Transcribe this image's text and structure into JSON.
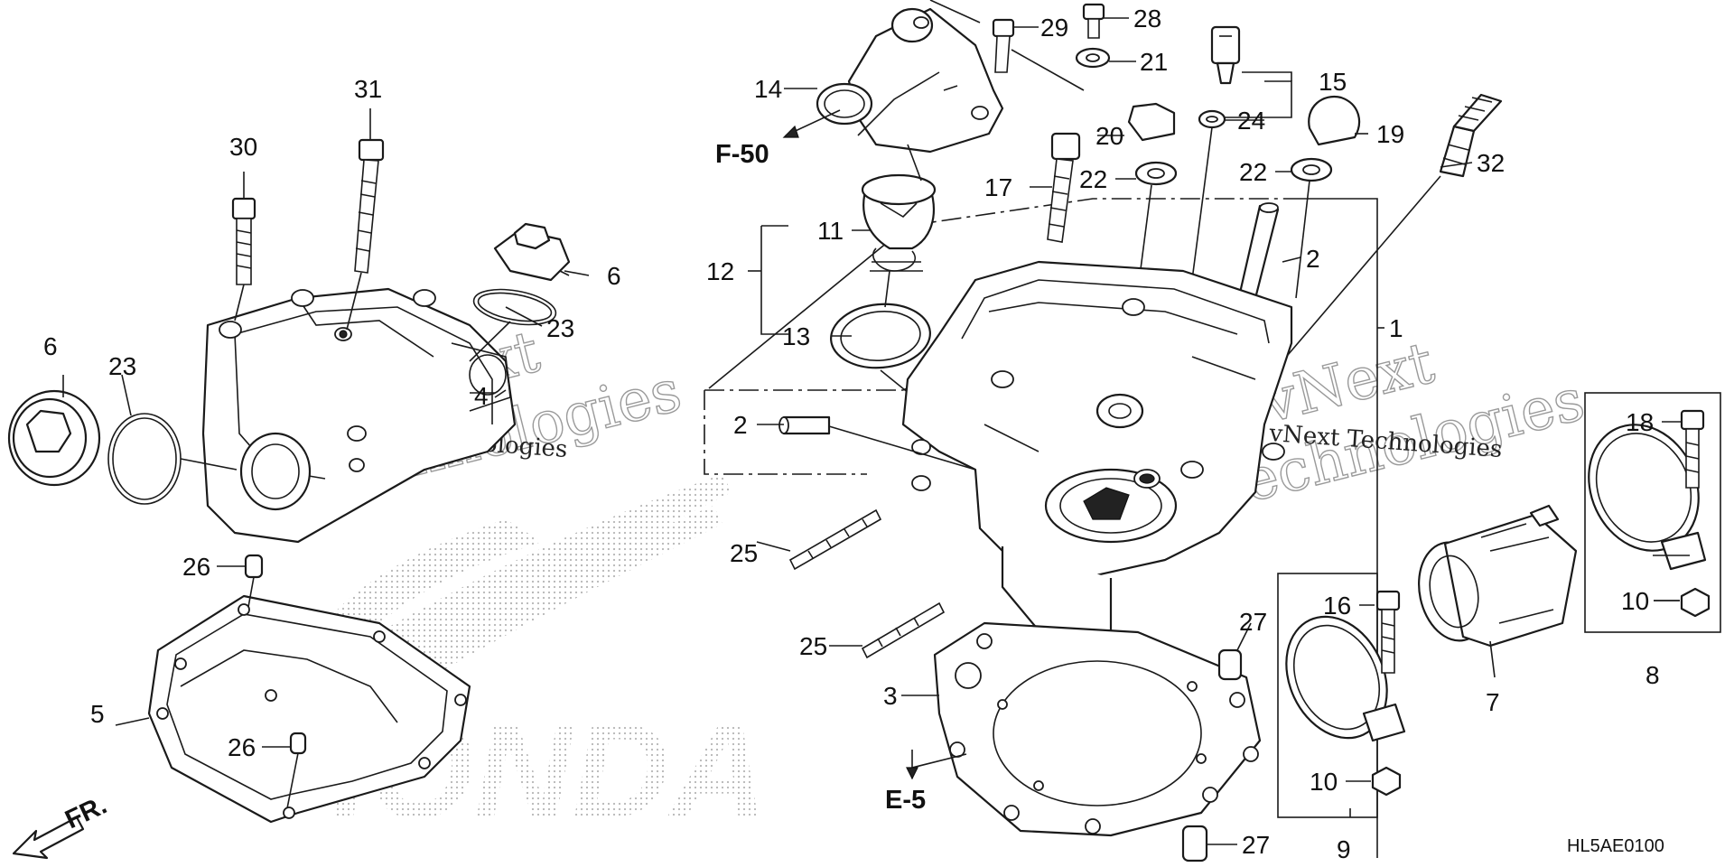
{
  "diagram": {
    "diagram_code": "HL5AE0100",
    "watermark": {
      "line1": "vNext",
      "line2": "Technologies",
      "inline": "vNext Technologies"
    },
    "brand_backdrop": "HONDA",
    "front_marker": "FR.",
    "cross_refs": {
      "f50": "F-50",
      "e5": "E-5"
    },
    "callouts": {
      "c1": "1",
      "c2a": "2",
      "c2b": "2",
      "c3": "3",
      "c4": "4",
      "c5": "5",
      "c6a": "6",
      "c6b": "6",
      "c7": "7",
      "c8": "8",
      "c9": "9",
      "c10a": "10",
      "c10b": "10",
      "c11": "11",
      "c12": "12",
      "c13": "13",
      "c14": "14",
      "c15": "15",
      "c16": "16",
      "c17": "17",
      "c18": "18",
      "c19": "19",
      "c20": "20",
      "c21": "21",
      "c22a": "22",
      "c22b": "22",
      "c23a": "23",
      "c23b": "23",
      "c24": "24",
      "c25a": "25",
      "c25b": "25",
      "c26a": "26",
      "c26b": "26",
      "c27a": "27",
      "c27b": "27",
      "c28": "28",
      "c29": "29",
      "c30": "30",
      "c31": "31",
      "c32": "32"
    }
  }
}
